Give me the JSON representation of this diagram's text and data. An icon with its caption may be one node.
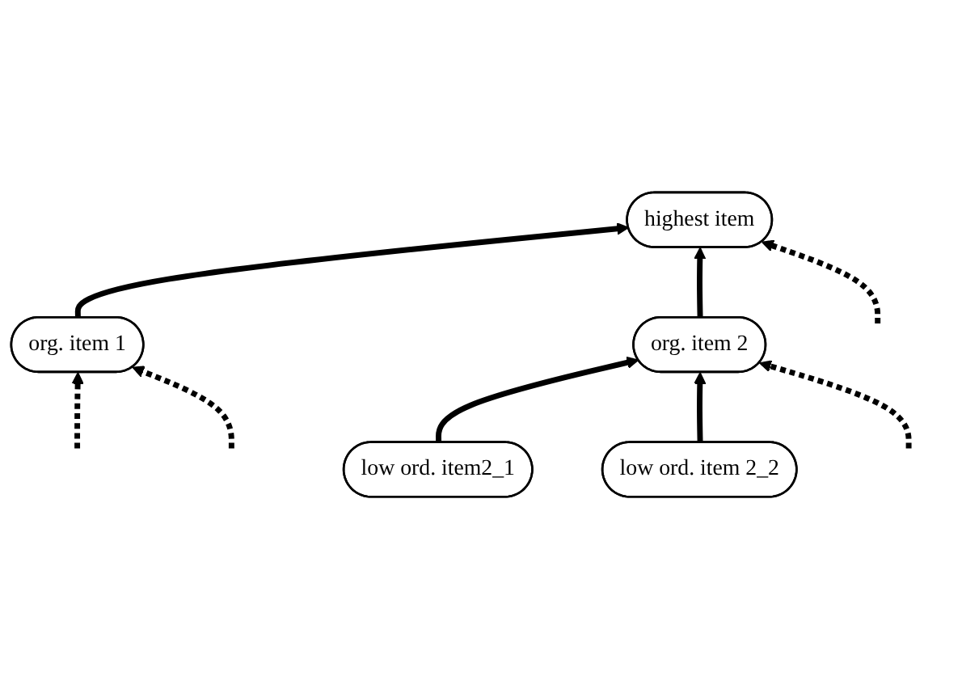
{
  "diagram": {
    "nodes": [
      {
        "text": [
          "highest item"
        ]
      },
      {
        "text": [
          "org. item 1"
        ]
      },
      {
        "text": [
          "org. item 2"
        ]
      },
      {
        "text": [
          "low ord. item2_1"
        ]
      },
      {
        "text": [
          "low ord. item 2_2"
        ]
      }
    ],
    "edges": [
      {
        "from": 1,
        "to": 0,
        "arrow": "to"
      },
      {
        "from": 2,
        "to": 0,
        "arrow": "to"
      },
      {
        "from": null,
        "to": 0,
        "arrow": "to",
        "style": "dashed"
      },
      {
        "from": null,
        "to": 1,
        "arrow": "to",
        "style": "dashed"
      },
      {
        "from": null,
        "to": 1,
        "arrow": "to",
        "style": "dashed"
      },
      {
        "from": 3,
        "to": 2,
        "arrow": "to"
      },
      {
        "from": 4,
        "to": 2,
        "arrow": "to"
      },
      {
        "from": null,
        "to": 2,
        "arrow": "to",
        "style": "dashed"
      }
    ]
  }
}
